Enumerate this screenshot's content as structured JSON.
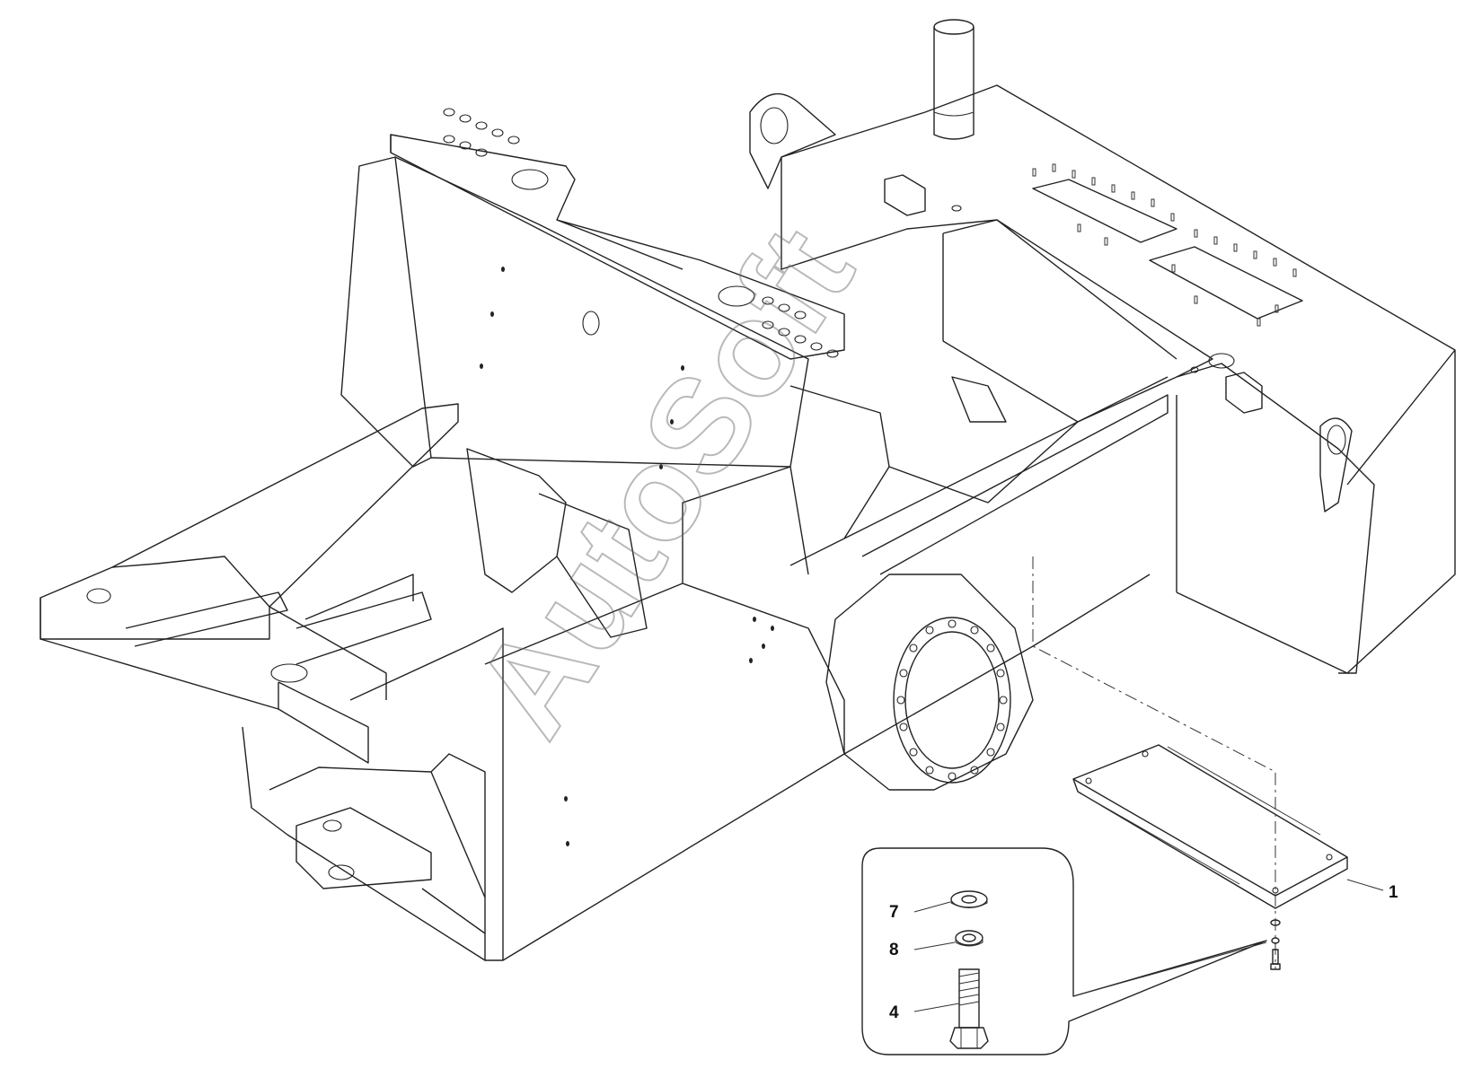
{
  "watermark": {
    "text": "AutoSoft"
  },
  "callouts": [
    {
      "id": "1",
      "label": "1"
    },
    {
      "id": "7",
      "label": "7"
    },
    {
      "id": "8",
      "label": "8"
    },
    {
      "id": "4",
      "label": "4"
    }
  ],
  "colors": {
    "line": "#222222",
    "background": "#ffffff",
    "watermark": "#666666"
  }
}
